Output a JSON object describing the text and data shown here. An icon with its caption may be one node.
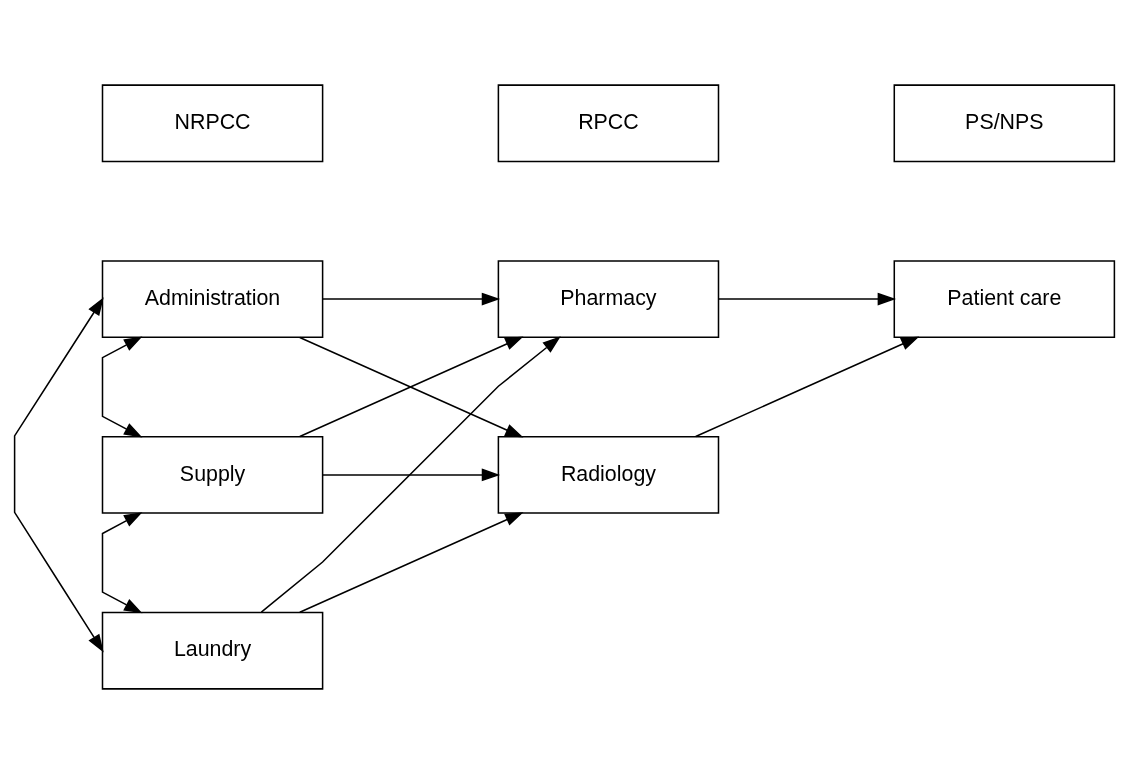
{
  "diagram": {
    "nodes": [
      {
        "text": [
          "NRPCC"
        ]
      },
      {
        "text": [
          "RPCC"
        ]
      },
      {
        "text": [
          "PS/NPS"
        ]
      },
      {
        "text": [
          "Administration"
        ]
      },
      {
        "text": [
          "Supply"
        ]
      },
      {
        "text": [
          "Laundry"
        ]
      },
      {
        "text": [
          "Pharmacy"
        ]
      },
      {
        "text": [
          "Radiology"
        ]
      },
      {
        "text": [
          "Patient care"
        ]
      }
    ],
    "edges": [
      {
        "from": 3,
        "to": 4,
        "arrow": "both"
      },
      {
        "from": 4,
        "to": 5,
        "arrow": "both"
      },
      {
        "from": 3,
        "to": 5,
        "arrow": "both"
      },
      {
        "from": 3,
        "to": 6,
        "arrow": "to"
      },
      {
        "from": 3,
        "to": 7,
        "arrow": "to"
      },
      {
        "from": 4,
        "to": 6,
        "arrow": "to"
      },
      {
        "from": 4,
        "to": 7,
        "arrow": "to"
      },
      {
        "from": 5,
        "to": 6,
        "arrow": "to"
      },
      {
        "from": 5,
        "to": 7,
        "arrow": "to"
      },
      {
        "from": 6,
        "to": 8,
        "arrow": "to"
      },
      {
        "from": 7,
        "to": 8,
        "arrow": "to"
      }
    ]
  }
}
